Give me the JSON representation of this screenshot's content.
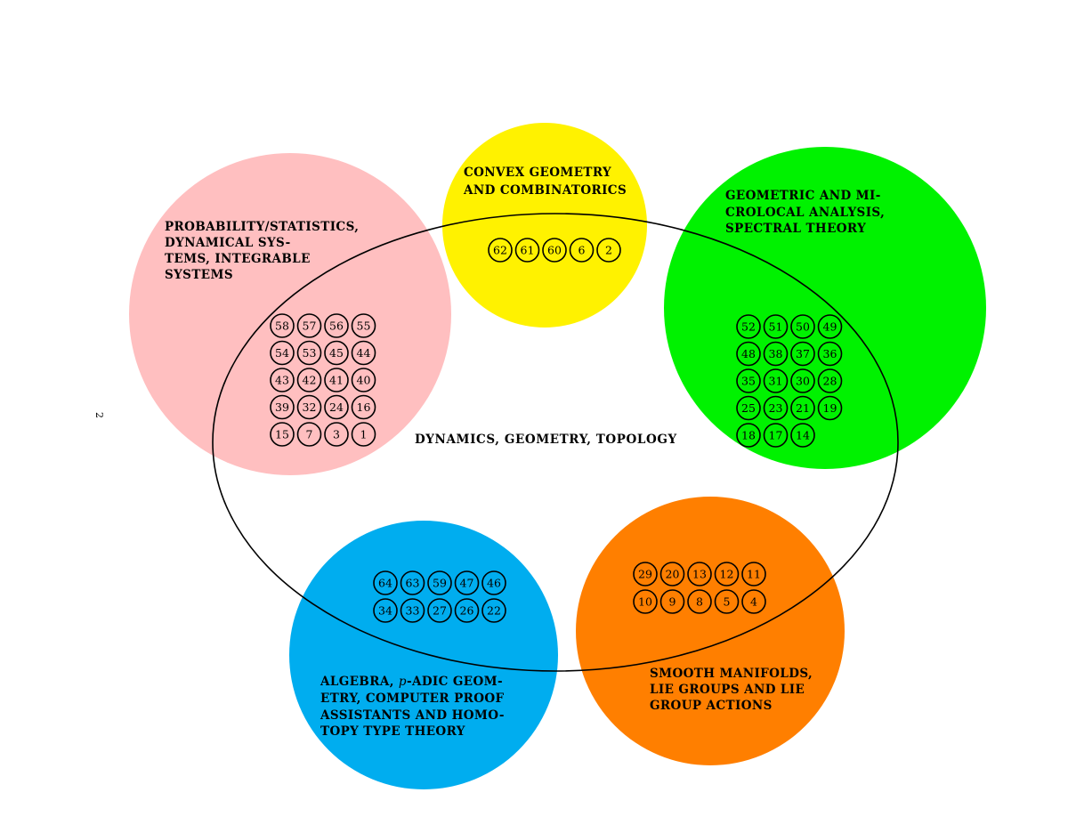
{
  "page_number": "2",
  "center_label": "DYNAMICS, GEOMETRY, TOPOLOGY",
  "regions": {
    "convex": {
      "color": "#FFF200",
      "label_lines": [
        "CONVEX GEOMETRY",
        "AND COMBINATORICS"
      ],
      "rows": [
        [
          "62",
          "61",
          "60",
          "6",
          "2"
        ]
      ]
    },
    "probability": {
      "color": "#FFBFC0",
      "label_lines": [
        "PROBABILITY/STATISTICS,",
        "DYNAMICAL SYS-",
        "TEMS, INTEGRABLE",
        "SYSTEMS"
      ],
      "rows": [
        [
          "58",
          "57",
          "56",
          "55"
        ],
        [
          "54",
          "53",
          "45",
          "44"
        ],
        [
          "43",
          "42",
          "41",
          "40"
        ],
        [
          "39",
          "32",
          "24",
          "16"
        ],
        [
          "15",
          "7",
          "3",
          "1"
        ]
      ]
    },
    "geometric": {
      "color": "#00F200",
      "label_lines": [
        "GEOMETRIC AND MI-",
        "CROLOCAL ANALYSIS,",
        "SPECTRAL THEORY"
      ],
      "rows": [
        [
          "52",
          "51",
          "50",
          "49"
        ],
        [
          "48",
          "38",
          "37",
          "36"
        ],
        [
          "35",
          "31",
          "30",
          "28"
        ],
        [
          "25",
          "23",
          "21",
          "19"
        ],
        [
          "18",
          "17",
          "14"
        ]
      ]
    },
    "algebra": {
      "color": "#00ADEF",
      "label_lines": [
        "ALGEBRA, p-ADIC GEOM-",
        "ETRY, COMPUTER PROOF",
        "ASSISTANTS AND HOMO-",
        "TOPY TYPE THEORY"
      ],
      "rows": [
        [
          "64",
          "63",
          "59",
          "47",
          "46"
        ],
        [
          "34",
          "33",
          "27",
          "26",
          "22"
        ]
      ]
    },
    "smooth": {
      "color": "#FF7F00",
      "label_lines": [
        "SMOOTH MANIFOLDS,",
        "LIE GROUPS AND LIE",
        "GROUP ACTIONS"
      ],
      "rows": [
        [
          "29",
          "20",
          "13",
          "12",
          "11"
        ],
        [
          "10",
          "9",
          "8",
          "5",
          "4"
        ]
      ]
    }
  }
}
